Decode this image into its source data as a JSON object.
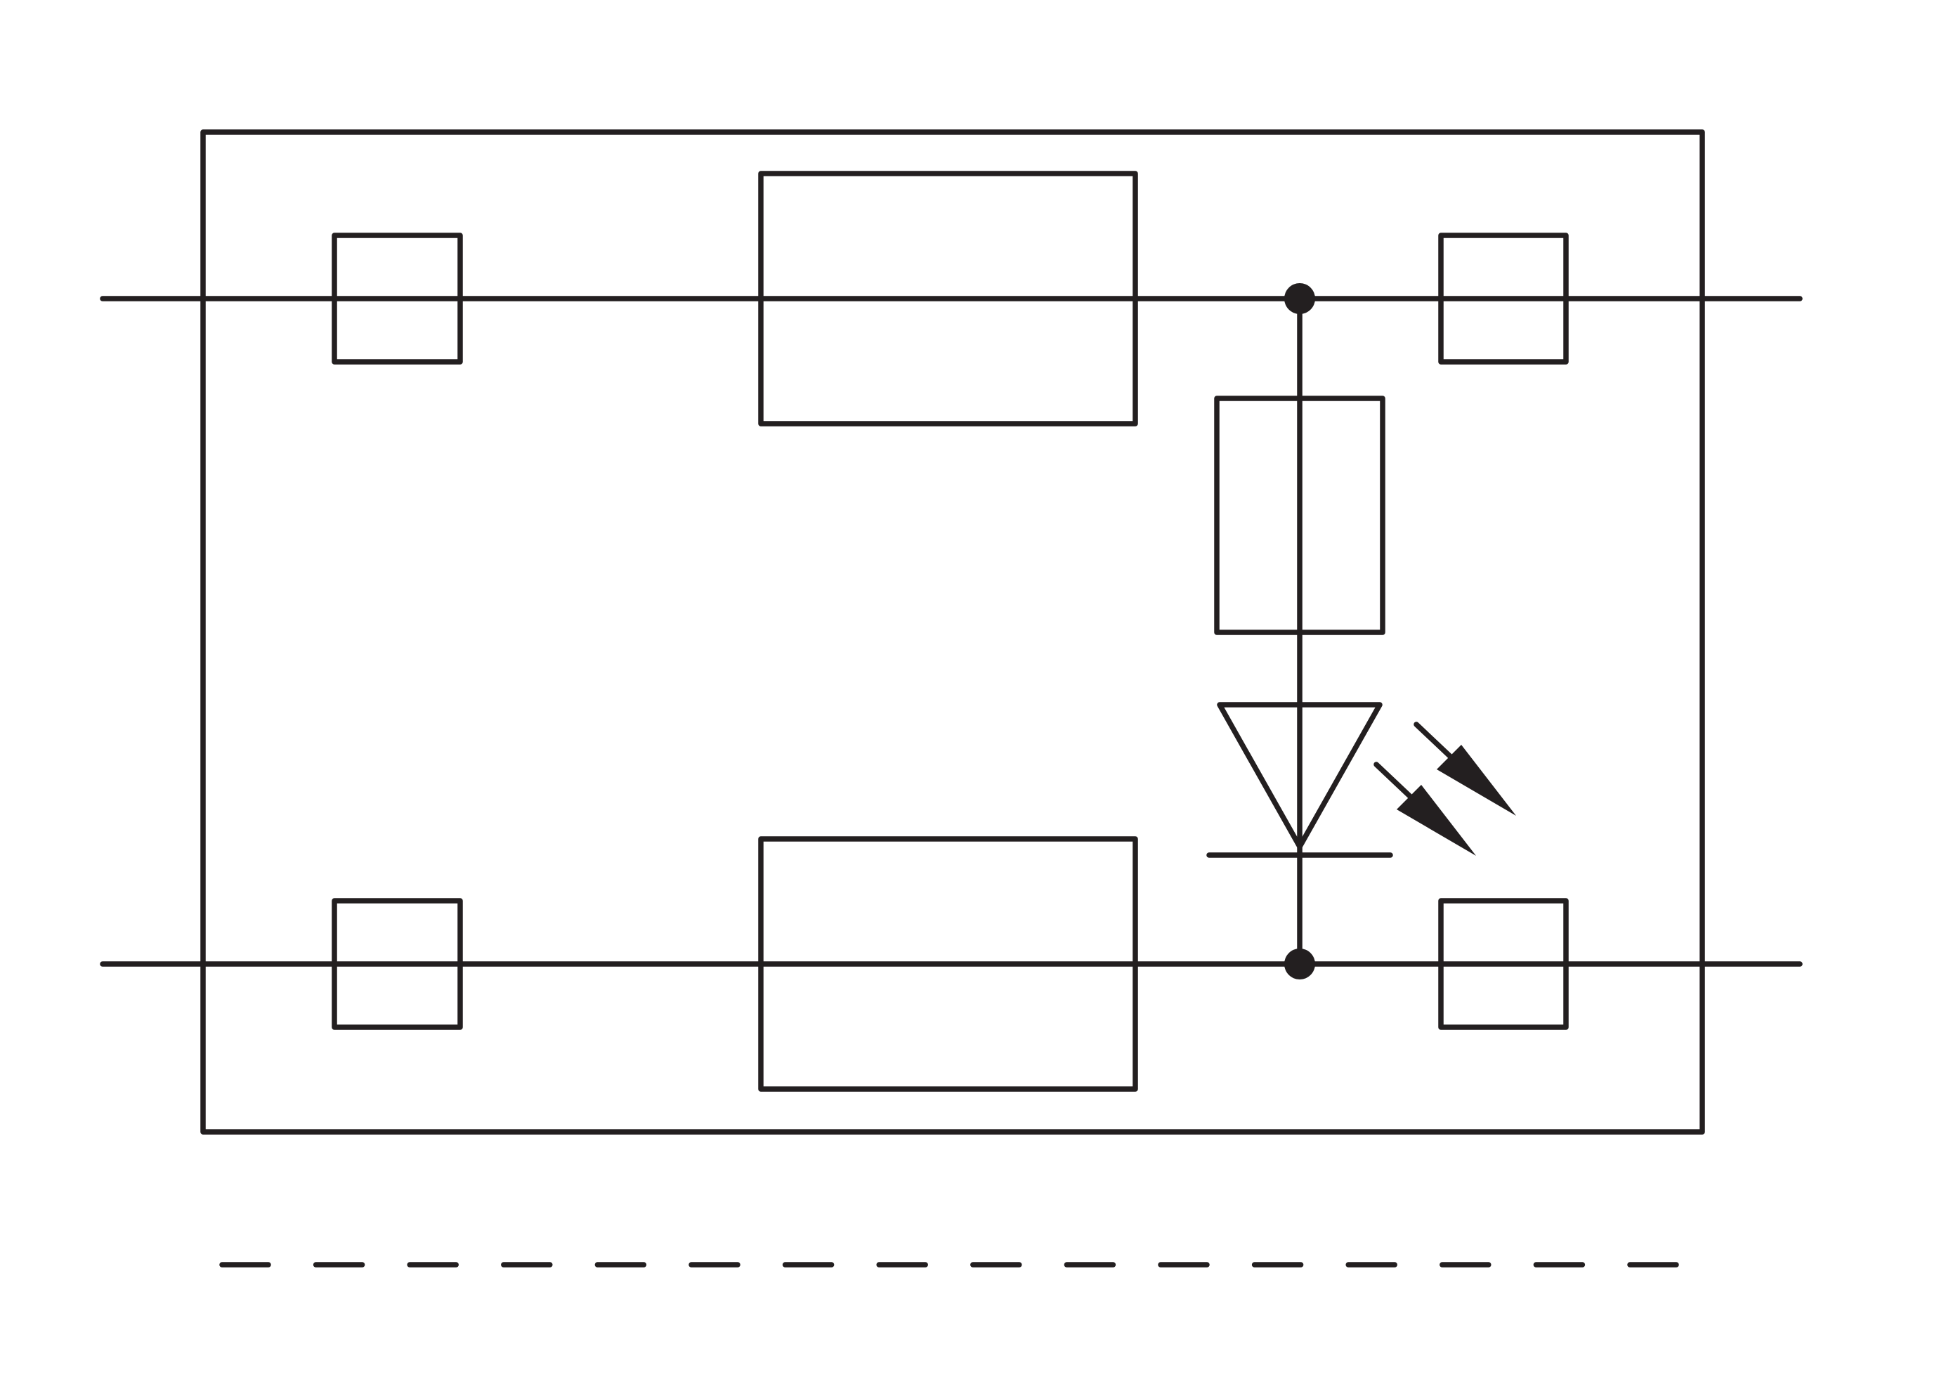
{
  "diagram": {
    "type": "circuit-schematic",
    "description_visible_text": [],
    "stroke_color": "#231f20",
    "background_color": "#ffffff",
    "components": [
      {
        "kind": "enclosure"
      },
      {
        "kind": "terminal",
        "rail": "upper",
        "side": "left"
      },
      {
        "kind": "fuse",
        "rail": "upper"
      },
      {
        "kind": "junction",
        "rail": "upper"
      },
      {
        "kind": "terminal",
        "rail": "upper",
        "side": "right"
      },
      {
        "kind": "resistor",
        "orientation": "vertical"
      },
      {
        "kind": "led",
        "orientation": "vertical",
        "emission_arrows": 2
      },
      {
        "kind": "junction",
        "rail": "lower"
      },
      {
        "kind": "terminal",
        "rail": "lower",
        "side": "left"
      },
      {
        "kind": "fuse",
        "rail": "lower"
      },
      {
        "kind": "terminal",
        "rail": "lower",
        "side": "right"
      },
      {
        "kind": "dashed-line",
        "dashes": 16
      }
    ]
  }
}
